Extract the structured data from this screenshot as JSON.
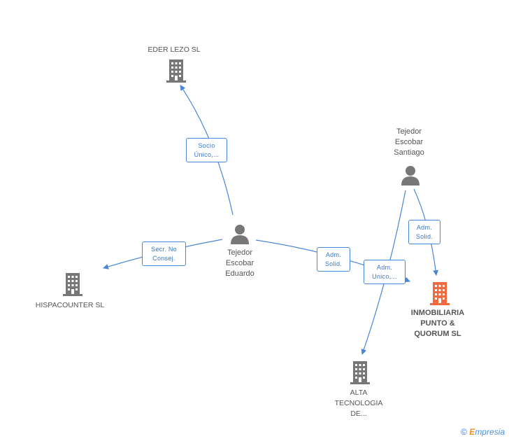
{
  "nodes": {
    "eder_lezo": {
      "label": "EDER LEZO SL"
    },
    "hispacounter": {
      "label": "HISPACOUNTER SL"
    },
    "tejedor_eduardo": {
      "label": "Tejedor\nEscobar\nEduardo"
    },
    "tejedor_santiago": {
      "label": "Tejedor\nEscobar\nSantiago"
    },
    "inmobiliaria": {
      "label": "INMOBILIARIA\nPUNTO &\nQUORUM SL"
    },
    "alta_tecnologia": {
      "label": "ALTA\nTECNOLOGIA\nDE..."
    }
  },
  "edges": {
    "socio_unico": "Socio\nÚnico,...",
    "secr_no_consej": "Secr.  No\nConsej.",
    "adm_solid_eduardo": "Adm.\nSolid.",
    "adm_unico": "Adm.\nUnico,...",
    "adm_solid_santiago": "Adm.\nSolid."
  },
  "colors": {
    "edge": "#4a86d6",
    "company_icon": "#777777",
    "focus_icon": "#f26a3d",
    "person_icon": "#777777"
  },
  "footer": {
    "copyright": "©",
    "brand_initial": "E",
    "brand_rest": "mpresia"
  }
}
